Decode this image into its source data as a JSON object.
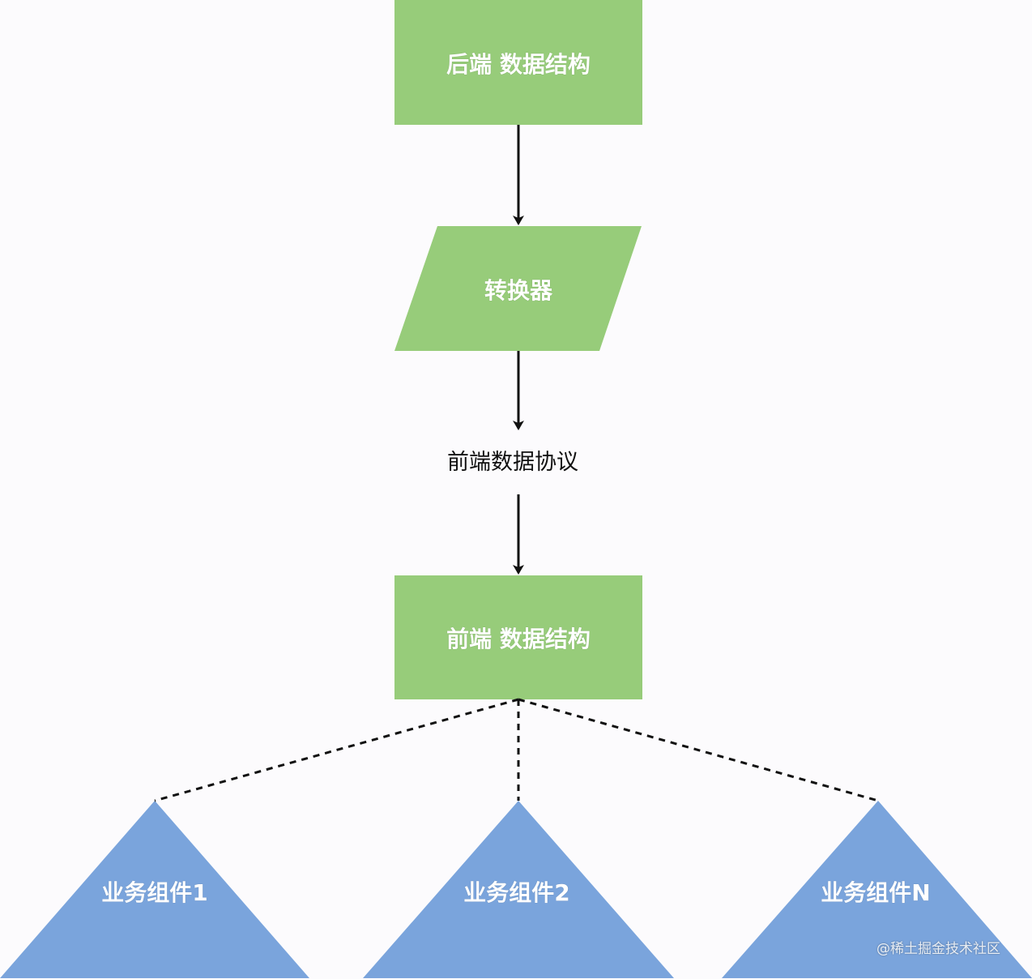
{
  "nodes": {
    "backend": {
      "label": "后端 数据结构",
      "shape": "rectangle"
    },
    "converter": {
      "label": "转换器",
      "shape": "parallelogram"
    },
    "protocol": {
      "label": "前端数据协议",
      "shape": "text"
    },
    "frontend": {
      "label": "前端 数据结构",
      "shape": "rectangle"
    },
    "component1": {
      "label": "业务组件1",
      "shape": "triangle"
    },
    "component2": {
      "label": "业务组件2",
      "shape": "triangle"
    },
    "componentN": {
      "label": "业务组件N",
      "shape": "triangle"
    }
  },
  "edges": [
    {
      "from": "backend",
      "to": "converter",
      "style": "solid-arrow"
    },
    {
      "from": "converter",
      "to": "protocol",
      "style": "solid-arrow"
    },
    {
      "from": "protocol",
      "to": "frontend",
      "style": "solid-arrow"
    },
    {
      "from": "frontend",
      "to": "component1",
      "style": "dashed"
    },
    {
      "from": "frontend",
      "to": "component2",
      "style": "dashed"
    },
    {
      "from": "frontend",
      "to": "componentN",
      "style": "dashed"
    }
  ],
  "colors": {
    "green_fill": "#97cc7a",
    "blue_fill": "#7aa4dc",
    "background": "#fcfbfd",
    "edge": "#111111"
  },
  "watermark": "@稀土掘金技术社区"
}
